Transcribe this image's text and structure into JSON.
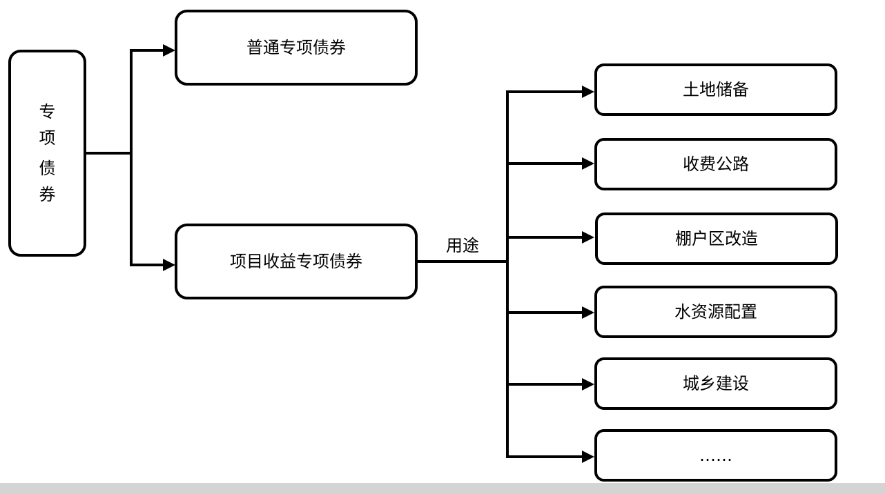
{
  "root": {
    "label_chars": [
      "专",
      "项",
      "债",
      "券"
    ]
  },
  "level1": [
    "普通专项债券",
    "项目收益专项债券"
  ],
  "edge_label": "用途",
  "uses": [
    "土地储备",
    "收费公路",
    "棚户区改造",
    "水资源配置",
    "城乡建设",
    "……"
  ]
}
